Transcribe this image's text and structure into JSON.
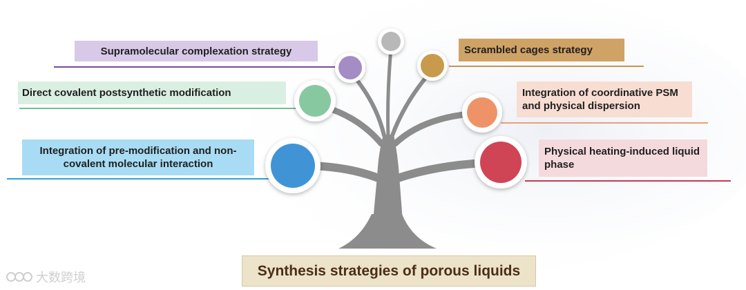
{
  "diagram": {
    "title": "Synthesis strategies of porous liquids",
    "strategies": [
      {
        "label": "Supramolecular complexation strategy",
        "color": "#a48cc4",
        "box": "#d8c9e8",
        "line": "#7a4a98"
      },
      {
        "label": "Direct covalent postsynthetic modification",
        "color": "#88c8a0",
        "box": "#d9efe1",
        "line": "#78bb90"
      },
      {
        "label": "Integration of pre-modification and non-covalent molecular interaction",
        "color": "#3f94d6",
        "box": "#a8dcf4",
        "line": "#2aa3d6"
      },
      {
        "label": "Scrambled cages strategy",
        "color": "#c89a4c",
        "box": "#cfa266",
        "line": "#c49452"
      },
      {
        "label": "Integration of coordinative PSM and physical dispersion",
        "color": "#ee9368",
        "box": "#f8ddd2",
        "line": "#e8a07a"
      },
      {
        "label": "Physical heating-induced liquid phase",
        "color": "#cf4557",
        "box": "#f5dadd",
        "line": "#c43a50"
      }
    ],
    "top_node_color": "#b8b8b8",
    "trunk_color": "#8c8c8c"
  },
  "watermark": {
    "text": "大数跨境"
  }
}
